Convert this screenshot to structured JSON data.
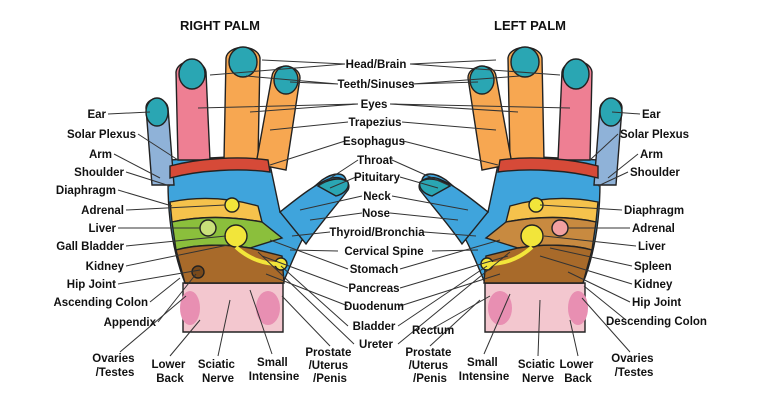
{
  "titles": {
    "right": "RIGHT PALM",
    "left": "LEFT PALM"
  },
  "colors": {
    "outline": "#222222",
    "thumb_tip": "#2aa6b3",
    "finger_orange": "#f7a751",
    "finger_pink": "#ee7f93",
    "pinky_blue": "#8fb2d8",
    "palm_blue": "#3fa4dc",
    "diaphragm_yellow": "#f5c24c",
    "liver_green": "#8bbf3c",
    "colon_brown": "#a86a2a",
    "wrist_pink": "#f3c7cf",
    "organ_yellow": "#f2e53a",
    "red_band": "#d64a38"
  },
  "center_labels": [
    "Head/Brain",
    "Teeth/Sinuses",
    "Eyes",
    "Trapezius",
    "Esophagus",
    "Throat",
    "Pituitary",
    "Neck",
    "Nose",
    "Thyroid/Bronchia",
    "Cervical Spine",
    "Stomach",
    "Pancreas",
    "Duodenum",
    "Bladder",
    "Ureter"
  ],
  "right_palm_side_labels": [
    "Ear",
    "Solar Plexus",
    "Arm",
    "Shoulder",
    "Diaphragm",
    "Adrenal",
    "Liver",
    "Gall Bladder",
    "Kidney",
    "Hip Joint",
    "Ascending Colon",
    "Appendix"
  ],
  "left_palm_side_labels": [
    "Ear",
    "Solar Plexus",
    "Arm",
    "Shoulder",
    "Diaphragm",
    "Adrenal",
    "Liver",
    "Spleen",
    "Kidney",
    "Hip Joint",
    "Descending Colon"
  ],
  "right_palm_bottom_labels": [
    [
      "Ovaries",
      "/Testes"
    ],
    [
      "Lower",
      "Back"
    ],
    [
      "Sciatic",
      "Nerve"
    ],
    [
      "Small",
      "Intensine"
    ],
    [
      "Prostate",
      "/Uterus",
      "/Penis"
    ]
  ],
  "left_palm_bottom_labels": [
    [
      "Rectum"
    ],
    [
      "Prostate",
      "/Uterus",
      "/Penis"
    ],
    [
      "Small",
      "Intensine"
    ],
    [
      "Sciatic",
      "Nerve"
    ],
    [
      "Lower",
      "Back"
    ],
    [
      "Ovaries",
      "/Testes"
    ]
  ]
}
